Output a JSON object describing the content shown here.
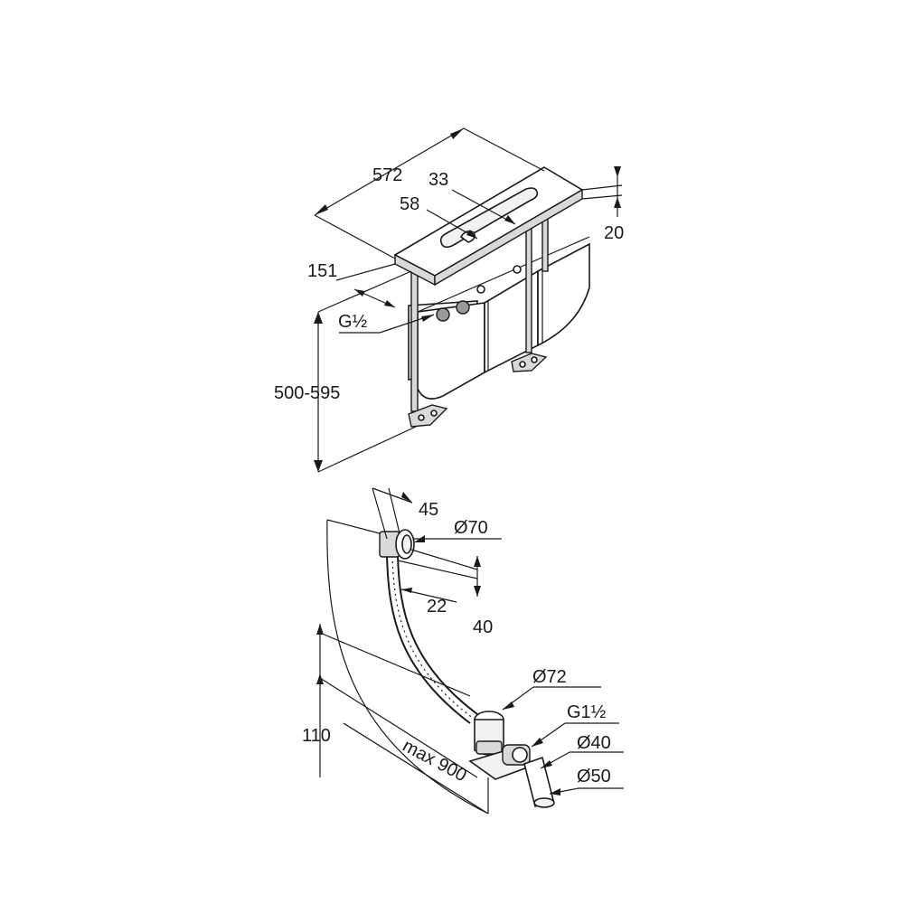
{
  "labels": {
    "width": "572",
    "slot_length": "33",
    "slot_offset": "58",
    "plate_thickness": "20",
    "depth": "151",
    "thread_top": "G½",
    "height_range": "500-595",
    "overflow_offset": "45",
    "overflow_diameter": "Ø70",
    "hose_diameter": "22",
    "overflow_height": "40",
    "drain_diameter": "Ø72",
    "drain_thread": "G1½",
    "outlet_diameter_small": "Ø40",
    "outlet_diameter_large": "Ø50",
    "drain_height": "110",
    "max_length": "max 900"
  },
  "colors": {
    "line": "#1a1a1a",
    "body_fill": "#f2f2f2",
    "part_fill": "#d9d9d9"
  }
}
